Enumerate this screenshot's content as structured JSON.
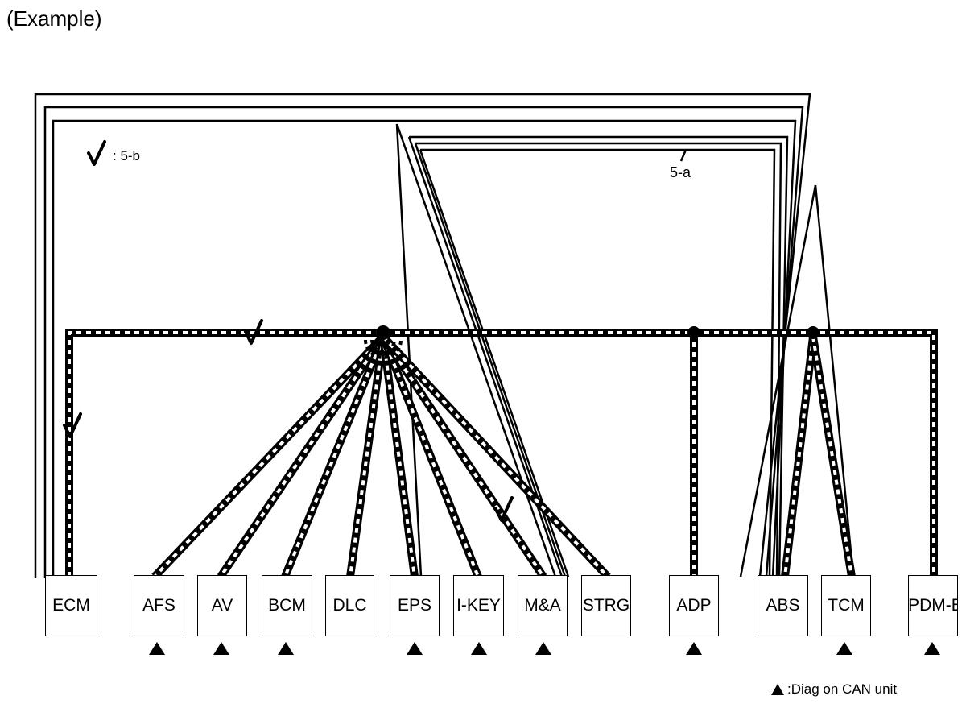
{
  "header": {
    "title": "(Example)"
  },
  "units": [
    {
      "id": "ecm",
      "label": "ECM",
      "diag": false
    },
    {
      "id": "afs",
      "label": "AFS",
      "diag": true
    },
    {
      "id": "av",
      "label": "AV",
      "diag": true
    },
    {
      "id": "bcm",
      "label": "BCM",
      "diag": true
    },
    {
      "id": "dlc",
      "label": "DLC",
      "diag": false
    },
    {
      "id": "eps",
      "label": "EPS",
      "diag": true
    },
    {
      "id": "ikey",
      "label": "I-KEY",
      "diag": true
    },
    {
      "id": "ma",
      "label": "M&A",
      "diag": true
    },
    {
      "id": "strg",
      "label": "STRG",
      "diag": false
    },
    {
      "id": "adp",
      "label": "ADP",
      "diag": true
    },
    {
      "id": "abs",
      "label": "ABS",
      "diag": false
    },
    {
      "id": "tcm",
      "label": "TCM",
      "diag": true
    },
    {
      "id": "ipdme",
      "label": "IPDM-E",
      "diag": true
    }
  ],
  "annotations": {
    "check_legend": ": 5-b",
    "harness_label": "5-a"
  },
  "legend": {
    "diag_text": ":Diag on CAN unit"
  },
  "colors": {
    "line": "#000000",
    "background": "#ffffff"
  }
}
